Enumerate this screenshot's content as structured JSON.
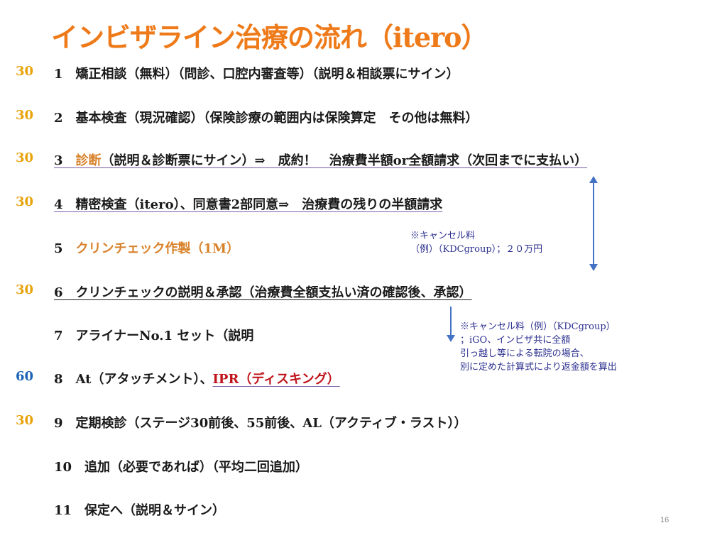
{
  "title": "インビザライン治療の流れ（itero）",
  "colors": {
    "title": "#ee7a19",
    "number_orange": "#e8a20a",
    "number_blue": "#1c64b4",
    "accent_orange": "#d8822a",
    "accent_red": "#c0141b",
    "note_blue": "#2b2f8f",
    "arrow_blue": "#4472c4",
    "underline_purple": "#7a5aa8"
  },
  "durations": {
    "r1": "30",
    "r2": "30",
    "r3": "30",
    "r4": "30",
    "r6": "30",
    "r8": "60",
    "r9": "30"
  },
  "steps": {
    "s1": "1　矯正相談（無料）（問診、口腔内審査等）（説明＆相談票にサイン）",
    "s2": "2　基本検査（現況確認）（保険診療の範囲内は保険算定　その他は無料）",
    "s3_num": "3　",
    "s3_diag": "診断",
    "s3_rest": "（説明＆診断票にサイン）⇒　成約！　治療費半額or全額請求（次回までに支払い）",
    "s4": "4　精密検査（itero）、同意書2部同意⇒　治療費の残りの半額請求",
    "s5_num": "5　",
    "s5_text": "クリンチェック作製（1M）",
    "s6": "6　クリンチェックの説明＆承認（治療費全額支払い済の確認後、承認）",
    "s7": "7　アライナーNo.1 セット（説明",
    "s8_main": "8　At（アタッチメント）、",
    "s8_ipr": "IPR（ディスキング）",
    "s9": "9　定期検診（ステージ30前後、55前後、AL（アクティブ・ラスト））",
    "s10": "10　追加（必要であれば）（平均二回追加）",
    "s11": "11　保定へ（説明＆サイン）"
  },
  "notes": {
    "n1_line1": "※キャンセル料",
    "n1_line2": "（例）（KDCgroup）；２０万円",
    "n2_line1": "※キャンセル料（例）（KDCgroup）",
    "n2_line2": "；iGO、インビザ共に全額",
    "n2_line3": "引っ越し等による転院の場合、",
    "n2_line4": "別に定めた計算式により返金額を算出"
  },
  "page_number": "16"
}
